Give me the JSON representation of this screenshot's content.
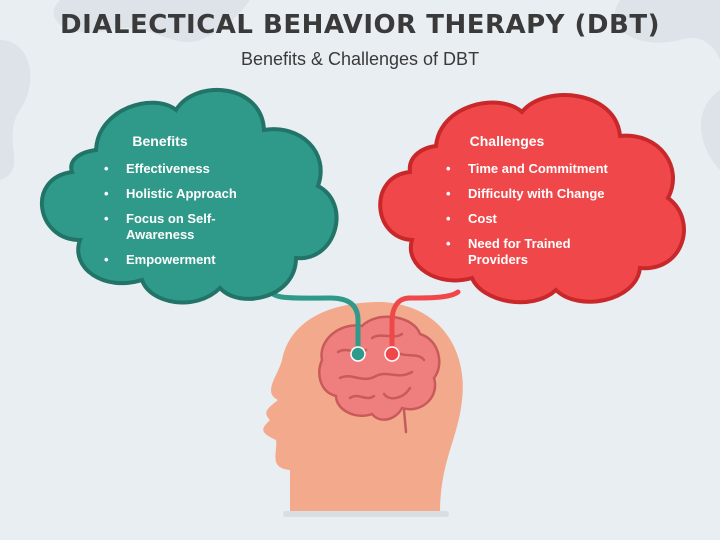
{
  "title": "DIALECTICAL BEHAVIOR THERAPY (DBT)",
  "subtitle": "Benefits & Challenges of DBT",
  "benefits": {
    "heading": "Benefits",
    "items": [
      "Effectiveness",
      "Holistic Approach",
      "Focus on Self-Awareness",
      "Empowerment"
    ],
    "color": "#2f9a8a"
  },
  "challenges": {
    "heading": "Challenges",
    "items": [
      "Time and Commitment",
      "Difficulty with Change",
      "Cost",
      "Need for Trained Providers"
    ],
    "color": "#f0484a"
  },
  "head_color": "#f3a98c",
  "brain_color": "#ef7f7e"
}
